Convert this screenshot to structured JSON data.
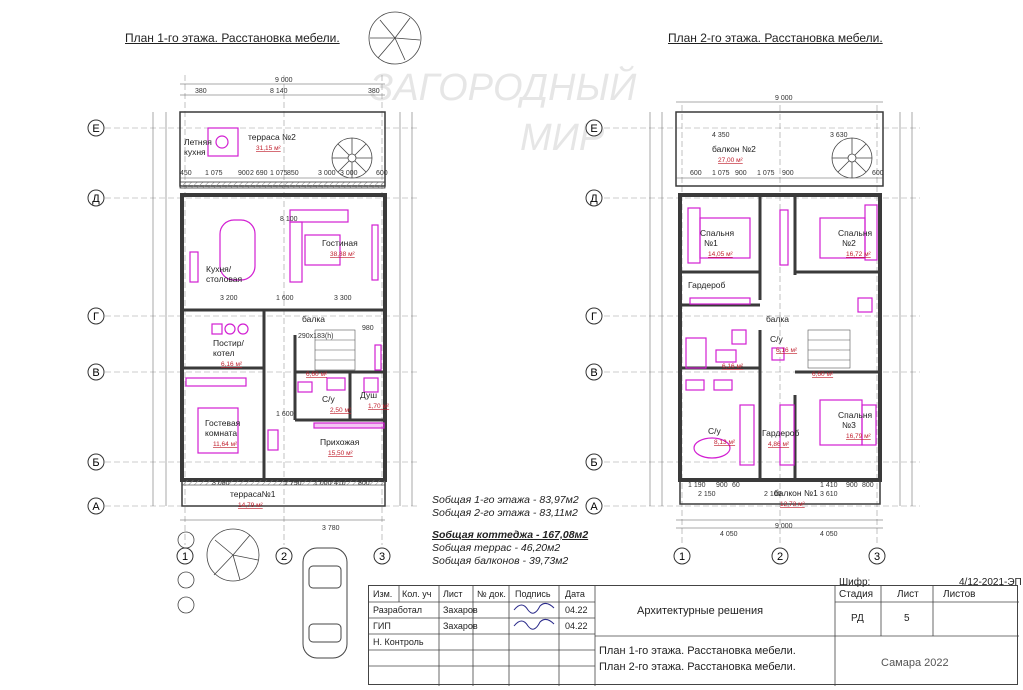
{
  "sheet": {
    "plan1_title": "План 1-го этажа. Расстановка мебели.",
    "plan2_title": "План 2-го этажа. Расстановка мебели.",
    "watermark": "ЗАГОРОДНЫЙ МИР"
  },
  "axes": {
    "rows": [
      "Е",
      "Д",
      "Г",
      "В",
      "Б",
      "А"
    ],
    "cols": [
      "1",
      "2",
      "3"
    ]
  },
  "plan1": {
    "rooms": [
      {
        "name": "Летняя кухня"
      },
      {
        "name": "терраса №2",
        "area": "31,15 м²"
      },
      {
        "name": "Кухня/ столовая"
      },
      {
        "name": "Гостиная",
        "area": "38,88 м²"
      },
      {
        "name": "Постир/ котел",
        "area": "6,16 м²"
      },
      {
        "name": "Гостевая комната",
        "area": "11,64 м²"
      },
      {
        "name": "С/у",
        "area": "2,50 м²"
      },
      {
        "name": "Душ",
        "area": "1,70 м²"
      },
      {
        "name": "Прихожая",
        "area": "15,50 м²"
      },
      {
        "name": "терраса№1",
        "area": "14,79 м²"
      },
      {
        "name": "балка"
      },
      {
        "name": "",
        "area": "6,60 м²"
      }
    ],
    "dims_top": [
      "9 000",
      "380",
      "8 140",
      "380",
      "3 000",
      "2 690",
      "850",
      "3 000",
      "450",
      "1 075",
      "900",
      "1 075",
      "600",
      "8 100"
    ],
    "dims_misc": [
      "3 200",
      "1 600",
      "3 300",
      "290x183(h)",
      "980",
      "1 600",
      "1 790",
      "1 000",
      "410",
      "800",
      "3 080",
      "3 780"
    ]
  },
  "plan2": {
    "rooms": [
      {
        "name": "балкон №2",
        "area": "27,00 м²"
      },
      {
        "name": "Спальня №1",
        "area": "14,05 м²"
      },
      {
        "name": "Спальня №2",
        "area": "16,72 м²"
      },
      {
        "name": "Гардероб"
      },
      {
        "name": "балка"
      },
      {
        "name": "С/у",
        "area": "6,16 м²"
      },
      {
        "name": "С/у",
        "area": "8,13 м²"
      },
      {
        "name": "Гардероб",
        "area": "4,86 м²"
      },
      {
        "name": "Спальня №3",
        "area": "16,79 м²"
      },
      {
        "name": "балкон №1",
        "area": "12,73 м²"
      },
      {
        "name": "",
        "area": "6,16 м²"
      },
      {
        "name": "",
        "area": "6,60 м²"
      }
    ],
    "dims_top": [
      "9 000",
      "4 350",
      "3 630",
      "600",
      "1 075",
      "900",
      "1 075",
      "900",
      "600"
    ],
    "dims_bottom": [
      "1 190",
      "900",
      "60",
      "1 410",
      "900",
      "800",
      "2 150",
      "2 100",
      "3 610",
      "4 050",
      "4 050",
      "9 000"
    ]
  },
  "areas": {
    "floor1": "Sобщая 1-го этажа - 83,97м2",
    "floor2": "Sобщая 2-го этажа - 83,11м2",
    "total": "Sобщая коттеджа - 167,08м2",
    "terraces": "Sобщая террас - 46,20м2",
    "balconies": "Sобщая балконов - 39,73м2"
  },
  "stamp": {
    "code_label": "Шифр:",
    "code": "4/12-2021-ЭП",
    "col_heads": [
      "Изм.",
      "Кол. уч",
      "Лист",
      "№ док.",
      "Подпись",
      "Дата"
    ],
    "rows": [
      {
        "role": "Разработал",
        "name": "Захаров",
        "date": "04.22"
      },
      {
        "role": "ГИП",
        "name": "Захаров",
        "date": "04.22"
      },
      {
        "role": "Н. Контроль",
        "name": "",
        "date": ""
      }
    ],
    "project": "Архитектурные решения",
    "stage_label": "Стадия",
    "sheet_label": "Лист",
    "sheets_label": "Листов",
    "stage": "РД",
    "sheet_no": "5",
    "sheets": "",
    "sheet_title_1": "План 1-го этажа. Расстановка мебели.",
    "sheet_title_2": "План 2-го этажа. Расстановка мебели.",
    "city": "Самара 2022"
  },
  "colors": {
    "wall": "#3a3a3a",
    "furniture": "#d21fd2",
    "area_label": "#c0202e",
    "grid": "#555555"
  }
}
